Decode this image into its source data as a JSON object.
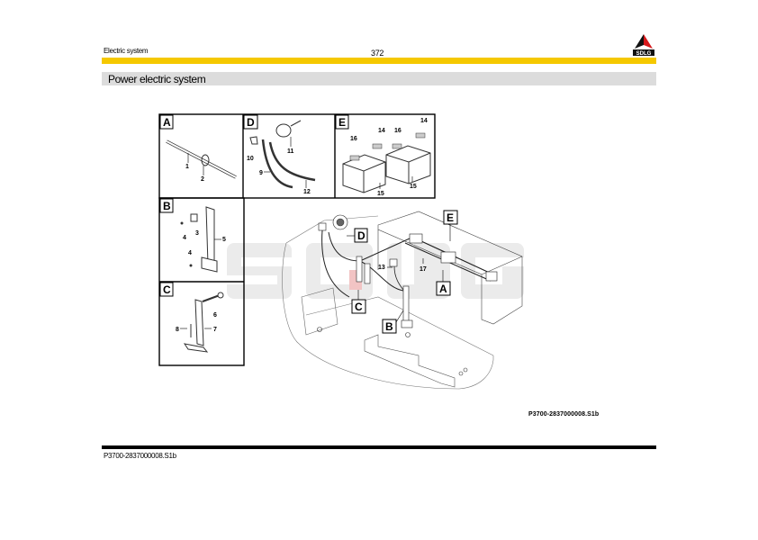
{
  "header": {
    "section": "Electric system",
    "page_number": "372",
    "logo_text": "SDLG",
    "accent_color": "#f5c800",
    "logo_color": "#d7191c"
  },
  "title": "Power electric system",
  "figure": {
    "watermark": "SDLG",
    "panels": [
      {
        "id": "A",
        "callouts": [
          "1",
          "2"
        ]
      },
      {
        "id": "D",
        "callouts": [
          "9",
          "10",
          "11",
          "12"
        ]
      },
      {
        "id": "E",
        "callouts": [
          "14",
          "14",
          "15",
          "15",
          "16",
          "16"
        ]
      },
      {
        "id": "B",
        "callouts": [
          "3",
          "4",
          "4",
          "5"
        ]
      },
      {
        "id": "C",
        "callouts": [
          "6",
          "7",
          "8"
        ]
      }
    ],
    "main_view": {
      "detail_labels": [
        "A",
        "B",
        "C",
        "D",
        "E"
      ],
      "callouts": [
        "13",
        "17"
      ]
    },
    "code": "P3700-2837000008.S1b"
  },
  "footer": {
    "code": "P3700-2837000008.S1b"
  }
}
